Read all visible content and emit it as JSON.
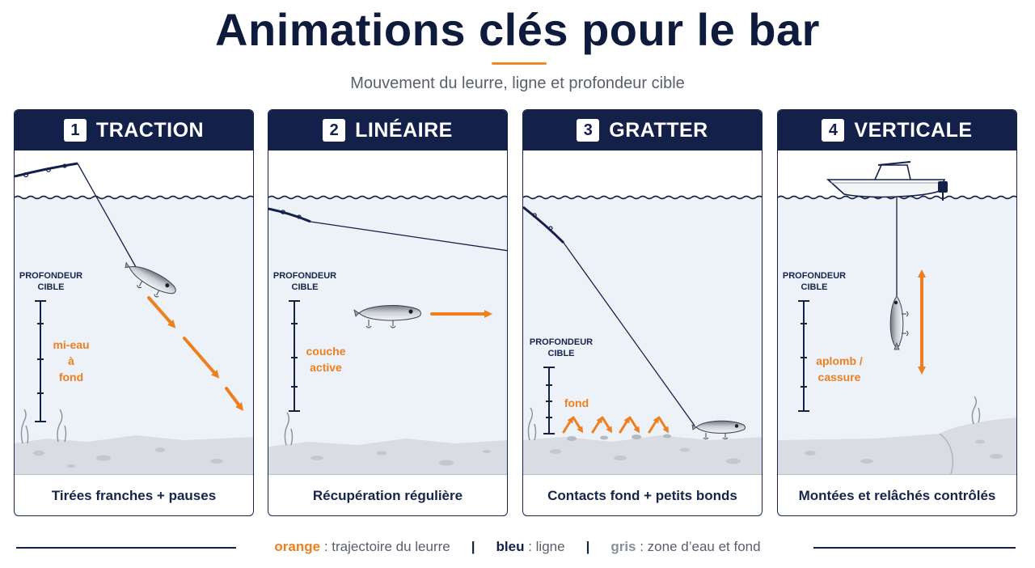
{
  "title": "Animations clés pour le bar",
  "subtitle": "Mouvement du leurre, ligne et profondeur cible",
  "depth_label_line1": "PROFONDEUR",
  "depth_label_line2": "CIBLE",
  "panels": [
    {
      "number": "1",
      "title": "TRACTION",
      "zone_lines": [
        "mi-eau",
        "à",
        "fond"
      ],
      "caption": "Tirées franches + pauses"
    },
    {
      "number": "2",
      "title": "LINÉAIRE",
      "zone_lines": [
        "couche",
        "active"
      ],
      "caption": "Récupération régulière"
    },
    {
      "number": "3",
      "title": "GRATTER",
      "zone_lines": [
        "fond"
      ],
      "caption": "Contacts fond + petits bonds"
    },
    {
      "number": "4",
      "title": "VERTICALE",
      "zone_lines": [
        "aplomb /",
        "cassure"
      ],
      "caption": "Montées et relâchés contrôlés"
    }
  ],
  "legend": {
    "orange_key": "orange",
    "orange_text": " : trajectoire du leurre",
    "blue_key": "bleu",
    "blue_text": " : ligne",
    "grey_key": "gris",
    "grey_text": " : zone d’eau et fond",
    "separator": "|"
  },
  "colors": {
    "navy": "#13204a",
    "orange": "#ee7f1f",
    "water": "#edf2f8",
    "seabed": "#d9dde3"
  },
  "icons": [
    "fishing-rod-icon",
    "lure-fish-icon",
    "boat-icon",
    "seaweed-icon",
    "arrow-icon"
  ]
}
